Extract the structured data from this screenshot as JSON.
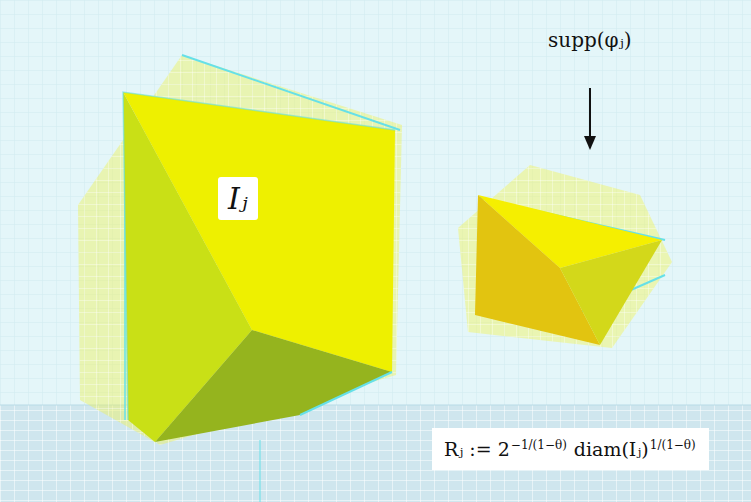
{
  "diagram": {
    "nodes": [
      {
        "text": [
          "Iⱼ"
        ]
      }
    ],
    "labels": [
      "supp(φⱼ)",
      "Rⱼ := 2",
      "−1/(1−θ)",
      "diam(Iⱼ)",
      "1/(1−θ)"
    ]
  }
}
